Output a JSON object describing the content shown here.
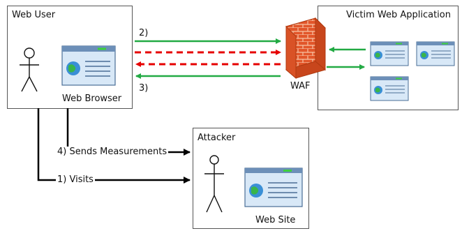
{
  "web_user": {
    "title": "Web User",
    "browser_label": "Web Browser"
  },
  "victim": {
    "title": "Victim Web Application"
  },
  "waf": {
    "label": "WAF"
  },
  "attacker": {
    "title": "Attacker",
    "site_label": "Web Site"
  },
  "arrows": {
    "request_label": "2)",
    "response_label": "3)",
    "measure_label": "4) Sends Measurements",
    "visit_label": "1) Visits"
  },
  "colors": {
    "green": "#22aa44",
    "red": "#e60000",
    "black": "#000000",
    "brick": "#e2562a"
  }
}
